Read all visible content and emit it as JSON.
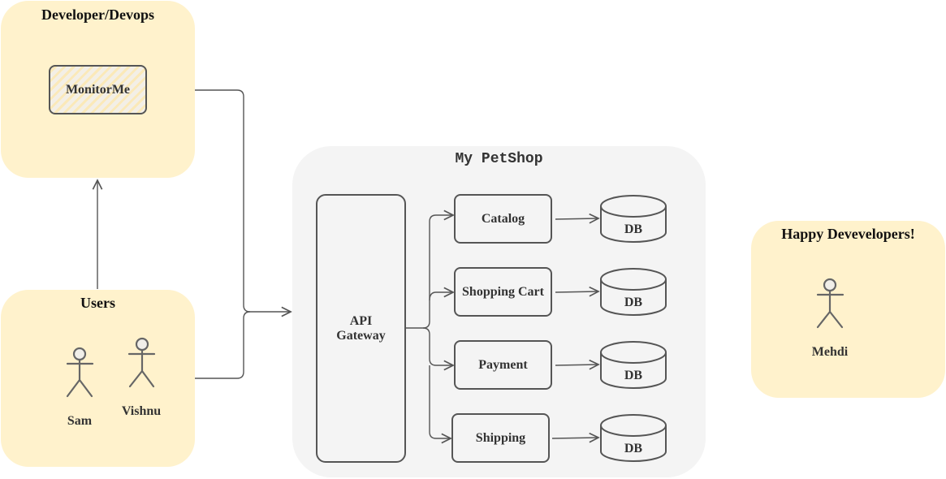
{
  "groups": {
    "devops": {
      "title": "Developer/Devops",
      "component": "MonitorMe"
    },
    "users": {
      "title": "Users",
      "actors": [
        "Sam",
        "Vishnu"
      ]
    },
    "petshop": {
      "title": "My PetShop",
      "gateway": "API\nGateway",
      "services": [
        "Catalog",
        "Shopping Cart",
        "Payment",
        "Shipping"
      ],
      "db_label": "DB"
    },
    "happy": {
      "title": "Happy Devevelopers!",
      "actors": [
        "Mehdi"
      ]
    }
  },
  "colors": {
    "group_fill": "#fff2cc",
    "system_fill": "#f4f4f4",
    "stroke": "#555555"
  }
}
